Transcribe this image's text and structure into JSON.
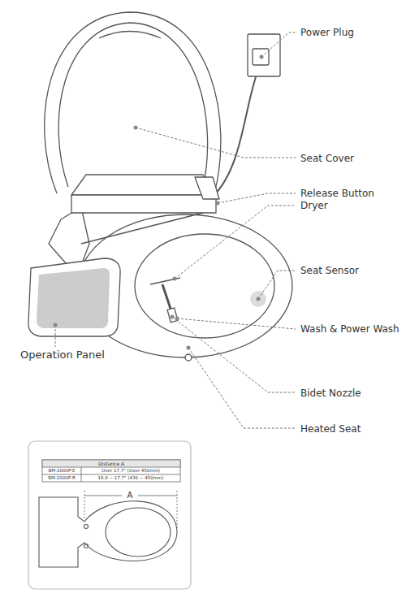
{
  "diagram": {
    "labels": [
      "Power Plug",
      "Seat Cover",
      "Release Button",
      "Dryer",
      "Seat Sensor",
      "Wash & Power Wash",
      "Operation Panel",
      "Bidet Nozzle",
      "Heated Seat",
      "Distance A",
      "BM-2000P-E",
      "Over 17.7\" (Over 450mm)",
      "BM-2000P-R",
      "16.9 ~ 17.7\" (430 ~ 450mm)",
      "A"
    ]
  }
}
